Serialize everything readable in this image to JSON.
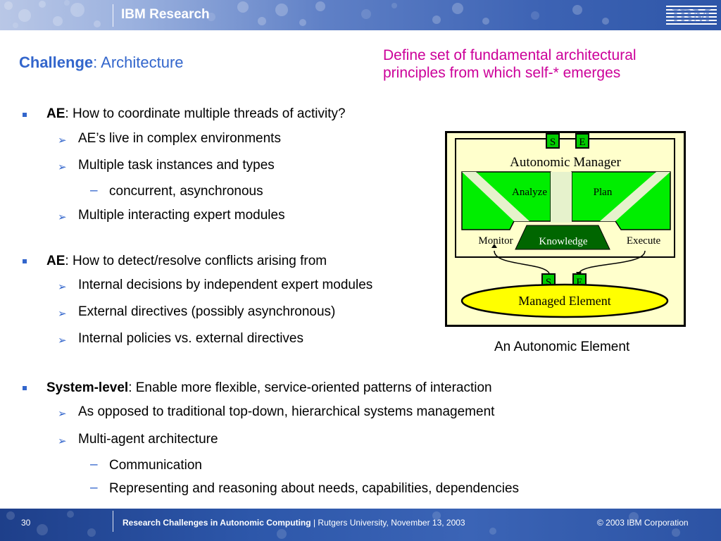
{
  "header": {
    "brand": "IBM Research",
    "logo_text": "IBM"
  },
  "title": {
    "bold": "Challenge",
    "rest": ": Architecture"
  },
  "tagline": {
    "line1": "Define set of fundamental architectural",
    "line2": "principles from which self-* emerges"
  },
  "sections": [
    {
      "key": "AE",
      "text": ": How to coordinate multiple threads of activity?",
      "items": [
        {
          "text": "AE’s live in complex environments"
        },
        {
          "text": "Multiple task instances and types"
        },
        {
          "text": "concurrent, asynchronous",
          "sub": true
        },
        {
          "text": "Multiple interacting expert modules"
        }
      ]
    },
    {
      "key": "AE",
      "text": ": How to detect/resolve conflicts arising from",
      "items": [
        {
          "text": "Internal decisions by independent expert modules"
        },
        {
          "text": "External directives (possibly asynchronous)"
        },
        {
          "text": "Internal policies vs. external directives"
        }
      ]
    },
    {
      "key": "System-level",
      "text": ": Enable more flexible, service-oriented patterns of interaction",
      "items": [
        {
          "text": "As opposed to traditional top-down, hierarchical systems management"
        },
        {
          "text": "Multi-agent architecture"
        },
        {
          "text": "Communication",
          "sub": true
        },
        {
          "text": "Representing and reasoning about needs, capabilities, dependencies",
          "sub": true
        }
      ]
    }
  ],
  "diagram": {
    "manager_label": "Autonomic Manager",
    "analyze": "Analyze",
    "plan": "Plan",
    "monitor": "Monitor",
    "knowledge": "Knowledge",
    "execute": "Execute",
    "managed_element": "Managed Element",
    "s_label": "S",
    "e_label": "E",
    "caption": "An Autonomic Element",
    "colors": {
      "green": "#00ee00",
      "dark_green": "#006600",
      "panel": "#ffffcc",
      "yellow": "#ffff00"
    }
  },
  "footer": {
    "page": "30",
    "title": "Research Challenges in Autonomic Computing",
    "separator": "|",
    "subtitle": "Rutgers University, November 13, 2003",
    "copyright": "© 2003 IBM Corporation"
  }
}
